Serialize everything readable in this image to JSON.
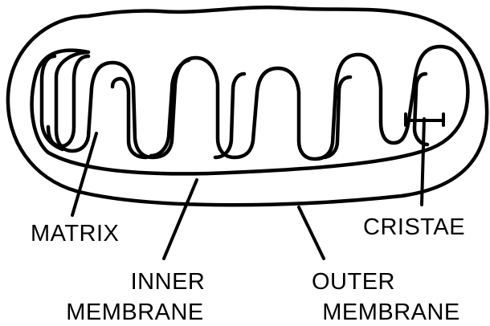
{
  "diagram": {
    "labels": {
      "matrix": "MATRIX",
      "inner_line1": "INNER",
      "inner_line2": "MEMBRANE",
      "outer_line1": "OUTER",
      "outer_line2": "MEMBRANE",
      "cristae": "CRISTAE"
    },
    "stroke_color": "#000000",
    "background_color": "#ffffff"
  }
}
